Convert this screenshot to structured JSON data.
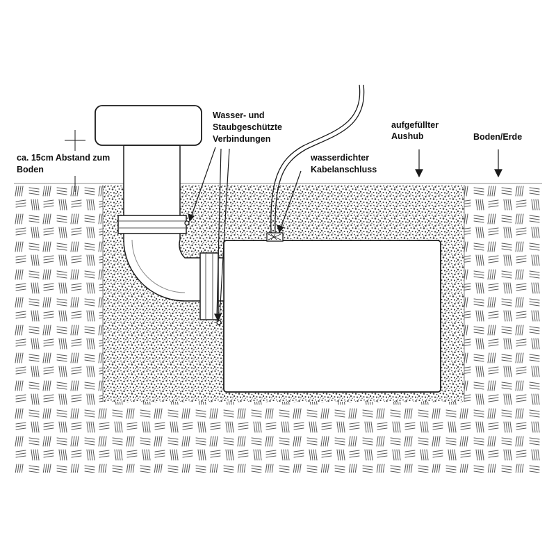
{
  "labels": {
    "abstand_line1": "ca. 15cm Abstand zum",
    "abstand_line2": "Boden",
    "verbindungen_line1": "Wasser- und",
    "verbindungen_line2": "Staubgeschützte",
    "verbindungen_line3": "Verbindungen",
    "kabel_line1": "wasserdichter",
    "kabel_line2": "Kabelanschluss",
    "aushub_line1": "aufgefüllter",
    "aushub_line2": "Aushub",
    "boden_line1": "Boden/Erde"
  },
  "colors": {
    "line": "#1a1a1a",
    "hatch": "#555555",
    "gravel": "#4a4a4a",
    "fill": "#ffffff"
  }
}
